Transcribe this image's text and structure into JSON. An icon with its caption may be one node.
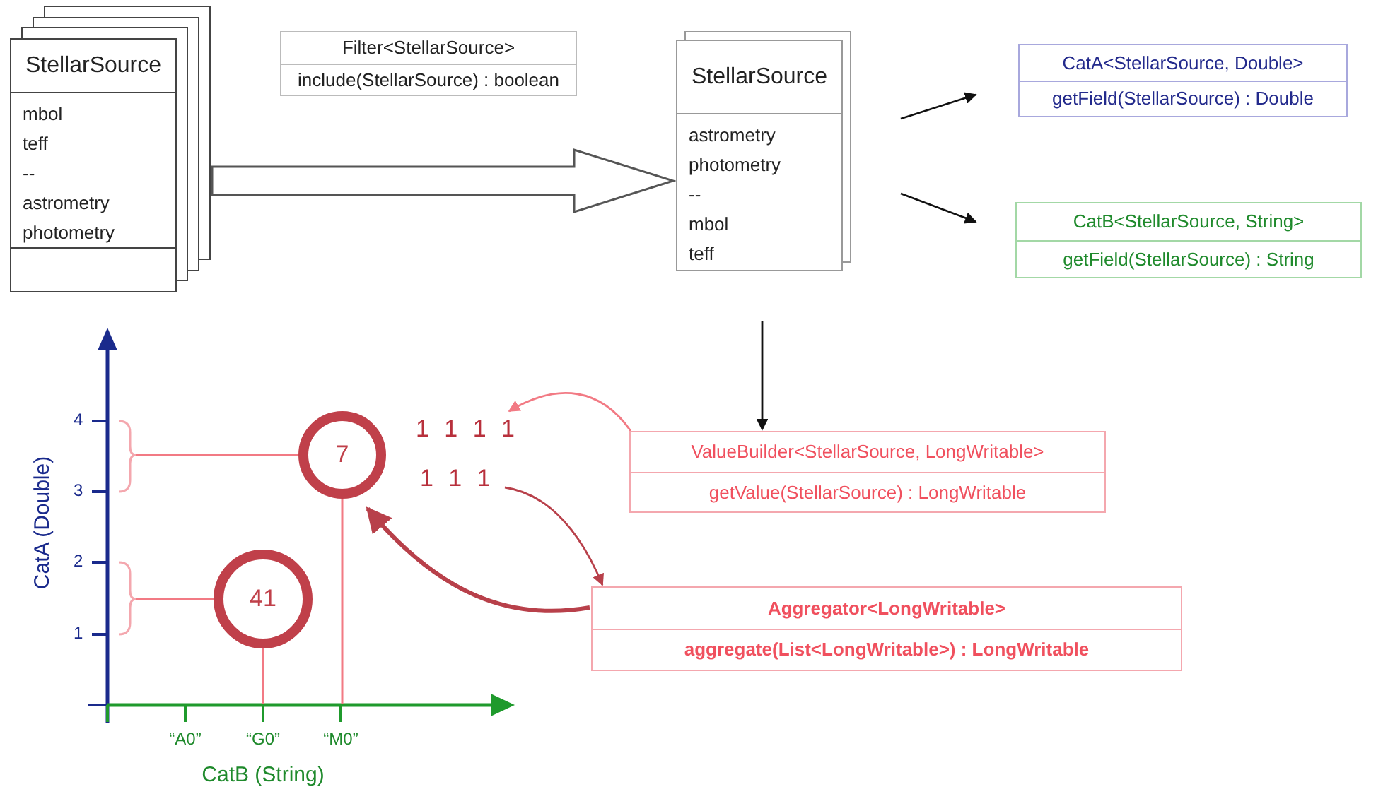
{
  "diagram": {
    "nodes": [
      {
        "text": [
          "StellarSource",
          "mbol",
          "teff",
          "--",
          "astrometry",
          "photometry"
        ]
      },
      {
        "text": [
          "Filter<StellarSource>",
          "include(StellarSource) : boolean"
        ]
      },
      {
        "text": [
          "StellarSource",
          "astrometry",
          "photometry",
          "--",
          "mbol",
          "teff"
        ]
      },
      {
        "text": [
          "CatA<StellarSource, Double>",
          "getField(StellarSource) : Double"
        ]
      },
      {
        "text": [
          "CatB<StellarSource, String>",
          "getField(StellarSource) : String"
        ]
      },
      {
        "text": [
          "ValueBuilder<StellarSource, LongWritable>",
          "getValue(StellarSource) : LongWritable"
        ]
      },
      {
        "text": [
          "Aggregator<LongWritable>",
          "aggregate(List<LongWritable>) : LongWritable"
        ]
      },
      {
        "text": [
          "1 1 1 1"
        ]
      },
      {
        "text": [
          "1 1 1"
        ]
      },
      {
        "text": [
          "7"
        ]
      },
      {
        "text": [
          "41"
        ]
      }
    ],
    "edges": [
      {
        "from": 0,
        "to": 2,
        "arrow": "to",
        "style": "thick"
      },
      {
        "from": 2,
        "to": 3,
        "arrow": "to"
      },
      {
        "from": 2,
        "to": 4,
        "arrow": "to"
      },
      {
        "from": 2,
        "to": 5,
        "arrow": "to"
      },
      {
        "from": 5,
        "to": 7,
        "arrow": "to",
        "color": "#f27a84"
      },
      {
        "from": 8,
        "to": 6,
        "arrow": "to",
        "color": "#b8404a"
      },
      {
        "from": 6,
        "to": 9,
        "arrow": "to",
        "style": "thick",
        "color": "#b8404a"
      }
    ],
    "labels": [
      "4",
      "3",
      "2",
      "1",
      "CatA (Double)",
      "“A0”",
      "“G0”",
      "“M0”",
      "CatB (String)"
    ]
  }
}
